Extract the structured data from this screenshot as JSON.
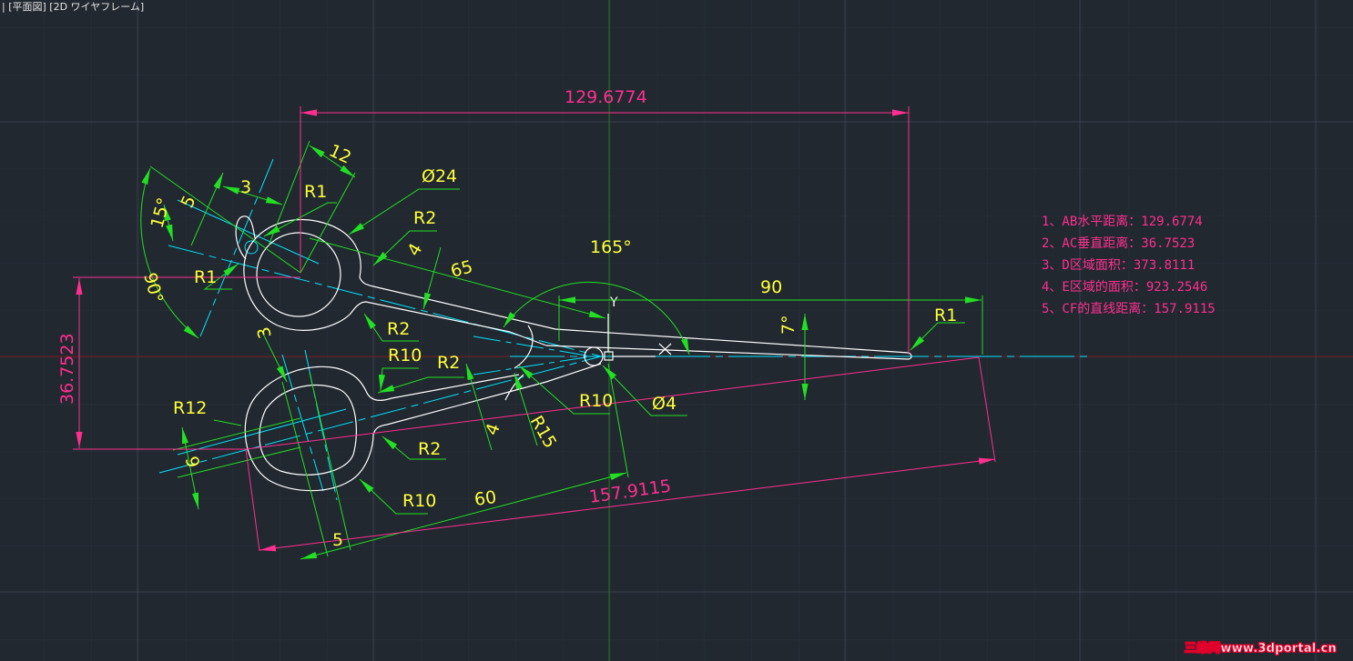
{
  "viewport": {
    "title_prefix": "[-]",
    "view_label": "[平面図]",
    "style_label": "[2D ワイヤフレーム]"
  },
  "colors": {
    "background": "#212830",
    "grid_minor": "#2a313b",
    "grid_major": "#39414d",
    "geometry": "#ffffff",
    "centerline": "#00e5ff",
    "dimension_line": "#22e022",
    "dimension_text": "#ffff3a",
    "measure": "#ff2f8f",
    "x_axis": "#7a1c1c",
    "y_axis": "#1e7a1e"
  },
  "dimensions": {
    "ab_horizontal": "129.6774",
    "ac_vertical": "36.7523",
    "cf_distance": "157.9115",
    "angle_165": "165°",
    "angle_7": "7°",
    "angle_15": "15°",
    "angle_90": "90°",
    "len_90": "90",
    "len_65": "65",
    "len_60": "60",
    "len_12": "12",
    "len_5_top": "5",
    "len_3_top": "3",
    "len_4_top": "4",
    "len_4_bottom": "4",
    "len_3_mid": "3",
    "len_6": "6",
    "len_5_bottom": "5",
    "dia_24": "Ø24",
    "dia_4": "Ø4",
    "r1_top": "R1",
    "r1_left": "R1",
    "r1_tip": "R1",
    "r2_a": "R2",
    "r2_b": "R2",
    "r2_c": "R2",
    "r2_d": "R2",
    "r10_a": "R10",
    "r10_b": "R10",
    "r10_c": "R10",
    "r12": "R12",
    "r15": "R15"
  },
  "notes": [
    "1、AB水平距离：129.6774",
    "2、AC垂直距离：36.7523",
    "3、D区域面积：373.8111",
    "4、E区域的面积：923.2546",
    "5、CF的直线距离：157.9115"
  ],
  "ucs": {
    "y_label": "Y",
    "x_marker": "×"
  },
  "watermark": "三维网www.3dportal.cn"
}
